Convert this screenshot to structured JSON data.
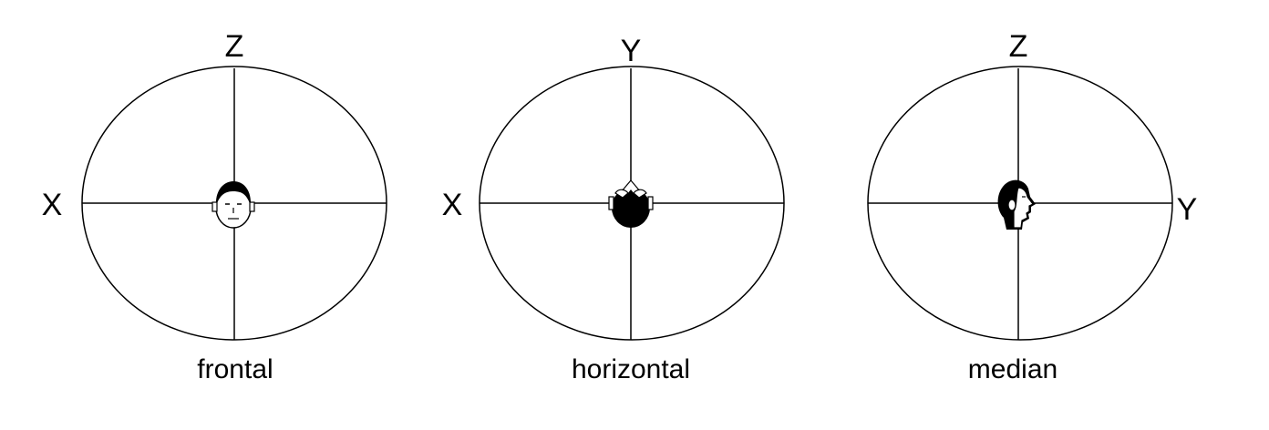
{
  "colors": {
    "line": "#000000",
    "background": "#ffffff",
    "face": "#ffffff",
    "hair": "#000000"
  },
  "planes": [
    {
      "caption": "frontal",
      "top_label": "Z",
      "left_label": "X",
      "right_label": "",
      "head_view": "front-face-icon"
    },
    {
      "caption": "horizontal",
      "top_label": "Y",
      "left_label": "X",
      "right_label": "",
      "head_view": "top-of-head-icon"
    },
    {
      "caption": "median",
      "top_label": "Z",
      "left_label": "",
      "right_label": "Y",
      "head_view": "side-profile-icon"
    }
  ]
}
